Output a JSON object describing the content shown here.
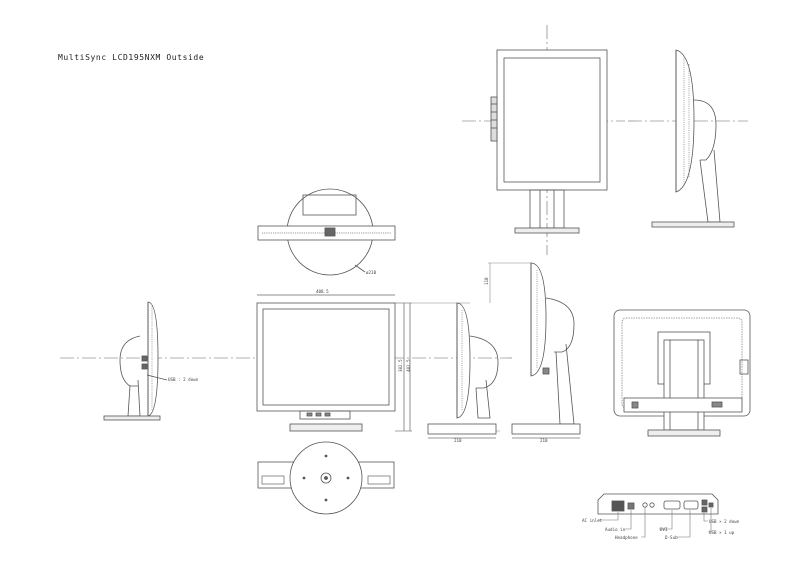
{
  "title": "MultiSync LCD195NXM Outside",
  "labels": {
    "base_diameter": "ø210",
    "usb_side": "USB : 2 down",
    "width_dim": "408.5",
    "height_dim_min": "382.5",
    "height_dim_max": "482.5",
    "height_adjust": "110",
    "depth_dim_1": "210",
    "depth_dim_2": "210",
    "ac_inlet": "AC inlet",
    "audio_in": "Audio in",
    "headphone": "Headphone",
    "dvi": "DVI",
    "dsub": "D-Sub",
    "usb_down": "USB × 2 down",
    "usb_up": "USB × 1 up"
  },
  "colors": {
    "line": "#555555",
    "light": "#888888",
    "fill": "#f4f4f4"
  }
}
